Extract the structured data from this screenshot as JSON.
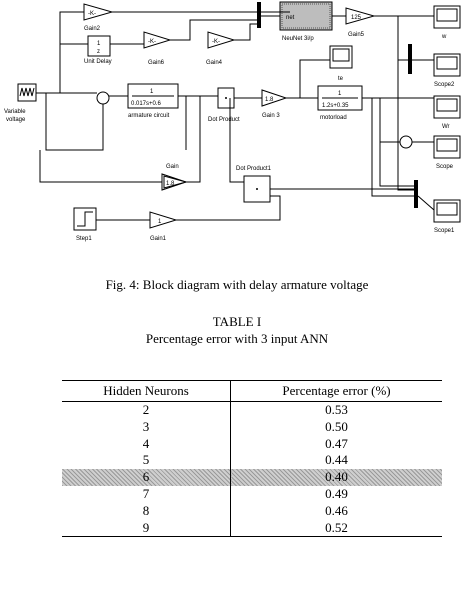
{
  "diagram": {
    "blocks": {
      "gain2_k": "-K-",
      "gain2_label": "Gain2",
      "unit_delay_z": "1",
      "unit_delay_z2": "z",
      "unit_delay_label": "Unit Delay",
      "gain6_k": "-K-",
      "gain6_label": "Gain6",
      "gain4_k": "-K-",
      "gain4_label": "Gain4",
      "neunet_text": "net",
      "neunet_label": "NeuNet 3i/p",
      "gain5_k": "125",
      "gain5_label": "Gain5",
      "armature_num": "1",
      "armature_den": "0.017s+0.6",
      "armature_label": "armature circuit",
      "variable_voltage_label_1": "Variable",
      "variable_voltage_label_2": "voltage",
      "dot_product_label": "Dot Product",
      "gain3_k": "1.8",
      "gain3_label": "Gain 3",
      "motorload_num": "1",
      "motorload_den": "1.2s+0.35",
      "motorload_label": "motorload",
      "gain_k": "1.8",
      "gain_label": "Gain",
      "dot_product1_label": "Dot Product1",
      "step1_label": "Step1",
      "gain1_k": "1",
      "gain1_label": "Gain1",
      "scope_top_label": "w",
      "scope2_label": "Scope2",
      "scope_w_label": "Wr",
      "scope_label": "Scope",
      "scope1_label": "Scope1",
      "small_scope_label": "te"
    }
  },
  "figure_caption": "Fig. 4: Block diagram with delay armature voltage",
  "table": {
    "title": "TABLE I",
    "subtitle": "Percentage error with 3 input ANN",
    "headers": [
      "Hidden Neurons",
      "Percentage error (%)"
    ],
    "rows": [
      [
        "2",
        "0.53"
      ],
      [
        "3",
        "0.50"
      ],
      [
        "4",
        "0.47"
      ],
      [
        "5",
        "0.44"
      ],
      [
        "6",
        "0.40"
      ],
      [
        "7",
        "0.49"
      ],
      [
        "8",
        "0.46"
      ],
      [
        "9",
        "0.52"
      ]
    ],
    "highlighted_row": 4
  }
}
